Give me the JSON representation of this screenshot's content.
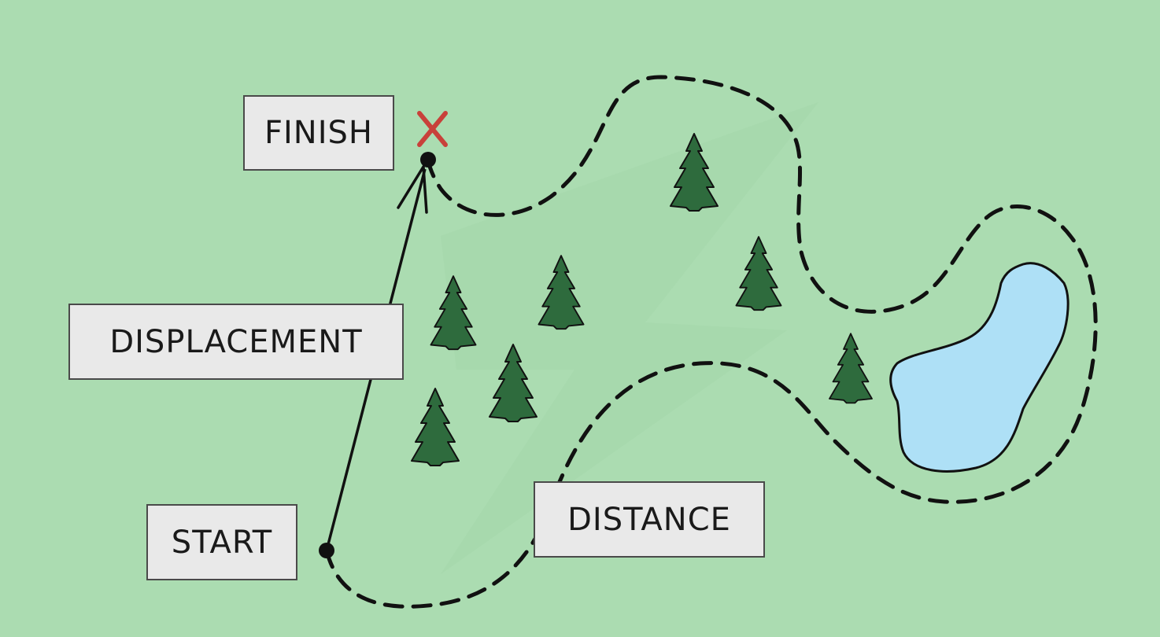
{
  "labels": {
    "finish": "FINISH",
    "displacement": "DISPLACEMENT",
    "start": "START",
    "distance": "DISTANCE"
  },
  "icons": {
    "finish_marker": "x-mark-icon",
    "tree": "pine-tree-icon",
    "lake": "lake-icon"
  },
  "colors": {
    "background": "#abdcb1",
    "label_fill": "#e9e9e9",
    "tree_fill": "#2e6b3d",
    "lake_fill": "#aee0f6",
    "finish_marker": "#c8413a",
    "ink": "#111111"
  }
}
